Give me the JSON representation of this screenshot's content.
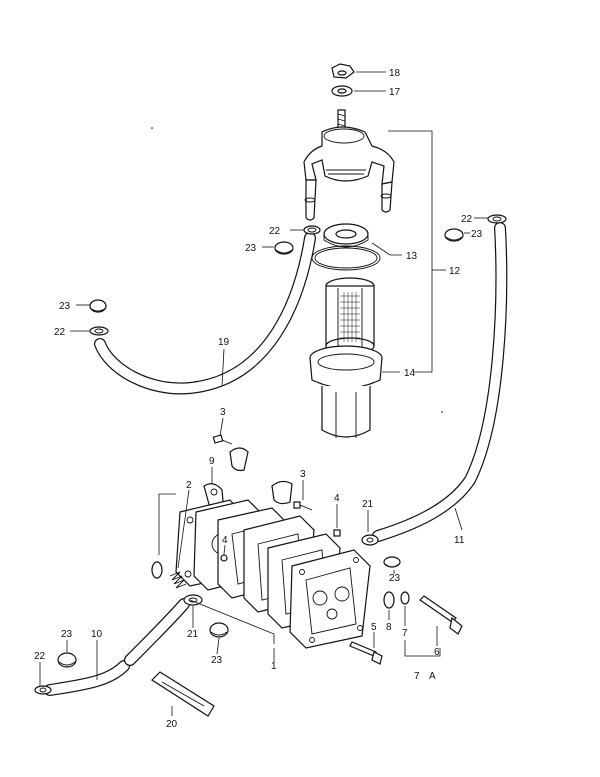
{
  "callouts": [
    {
      "id": "c18",
      "text": "18"
    },
    {
      "id": "c17",
      "text": "17"
    },
    {
      "id": "c22a",
      "text": "22"
    },
    {
      "id": "c23a",
      "text": "23"
    },
    {
      "id": "c13",
      "text": "13"
    },
    {
      "id": "c12",
      "text": "12"
    },
    {
      "id": "c22b",
      "text": "22"
    },
    {
      "id": "c23b",
      "text": "23"
    },
    {
      "id": "c23c",
      "text": "23"
    },
    {
      "id": "c22c",
      "text": "22"
    },
    {
      "id": "c19",
      "text": "19"
    },
    {
      "id": "c14",
      "text": "14"
    },
    {
      "id": "c3a",
      "text": "3"
    },
    {
      "id": "c9",
      "text": "9"
    },
    {
      "id": "c3b",
      "text": "3"
    },
    {
      "id": "c2",
      "text": "2"
    },
    {
      "id": "c4a",
      "text": "4"
    },
    {
      "id": "c4b",
      "text": "4"
    },
    {
      "id": "c21a",
      "text": "21"
    },
    {
      "id": "c11",
      "text": "11"
    },
    {
      "id": "c23d",
      "text": "23"
    },
    {
      "id": "c8",
      "text": "8"
    },
    {
      "id": "c7a",
      "text": "7"
    },
    {
      "id": "c5",
      "text": "5"
    },
    {
      "id": "c6",
      "text": "6"
    },
    {
      "id": "c7b",
      "text": "7"
    },
    {
      "id": "cA",
      "text": "A"
    },
    {
      "id": "c1",
      "text": "1"
    },
    {
      "id": "c21b",
      "text": "21"
    },
    {
      "id": "c23e",
      "text": "23"
    },
    {
      "id": "c10",
      "text": "10"
    },
    {
      "id": "c23f",
      "text": "23"
    },
    {
      "id": "c22d",
      "text": "22"
    },
    {
      "id": "c20",
      "text": "20"
    }
  ]
}
